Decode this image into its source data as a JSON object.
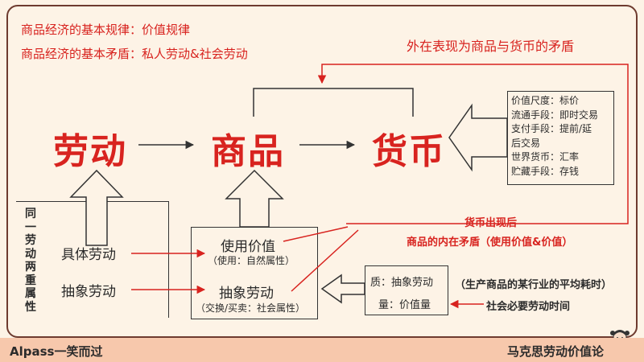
{
  "header": {
    "law_line": "商品经济的基本规律：价值规律",
    "contradiction_line": "商品经济的基本矛盾：私人劳动&社会劳动"
  },
  "concepts": {
    "labor": "劳动",
    "commodity": "商品",
    "money": "货币"
  },
  "annotations": {
    "external_contradiction": "外在表现为商品与货币的矛盾",
    "money_appears": "货币出现后",
    "internal_contradiction": "商品的内在矛盾（使用价值&价值）",
    "average_time_note": "（生产商品的某行业的平均耗时）",
    "social_necessary_time": "社会必要劳动时间"
  },
  "money_functions": [
    "价值尺度：标价",
    "流通手段：即时交易",
    "支付手段：提前/延",
    "后交易",
    "世界货币：汇率",
    "贮藏手段：存钱"
  ],
  "dual_labor": {
    "vertical_label": [
      "同",
      "一",
      "劳",
      "动",
      "两",
      "重",
      "属",
      "性"
    ],
    "concrete": "具体劳动",
    "abstract": "抽象劳动"
  },
  "commodity_box": {
    "use_value": "使用价值",
    "use_value_note": "（使用：自然属性）",
    "abstract_labor": "抽象劳动",
    "abstract_note": "（交换/买卖：社会属性）"
  },
  "value_box": {
    "quality": "质：抽象劳动",
    "quantity": "量：价值量"
  },
  "footer": {
    "left": "Alpass一笑而过",
    "right": "马克思劳动价值论"
  },
  "colors": {
    "accent_red": "#d8231f",
    "border": "#6e3b2f",
    "background": "#fdf3e6",
    "footer": "#f7c8ac"
  }
}
